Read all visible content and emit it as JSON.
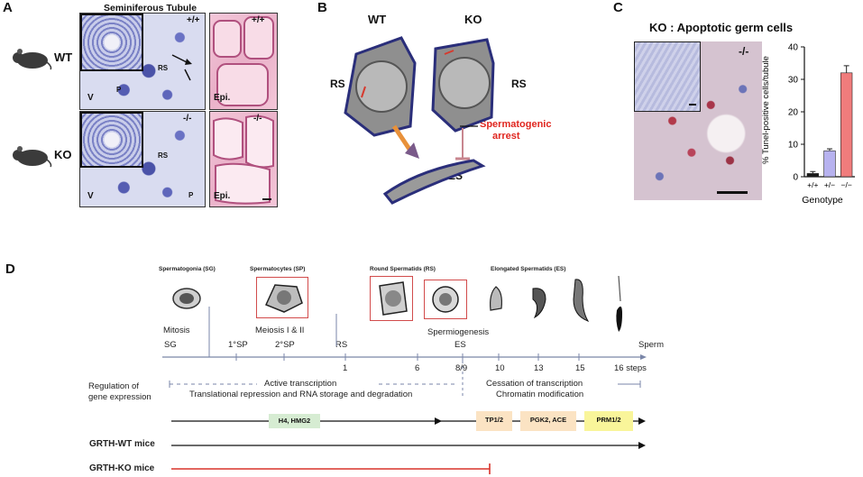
{
  "panels": {
    "a": {
      "letter": "A",
      "title": "Seminiferous Tubule",
      "wt_label": "WT",
      "ko_label": "KO",
      "wt_genotype": "+/+",
      "wt_genotype_right": "+/+",
      "ko_genotype": "-/-",
      "ko_genotype_right": "-/-",
      "tag_rs_wt": "RS",
      "tag_rs_ko": "RS",
      "tag_v_wt": "V",
      "tag_v_ko": "V",
      "tag_p_wt": "P",
      "tag_p_ko": "P",
      "tag_epi_wt": "Epi.",
      "tag_epi_ko": "Epi."
    },
    "b": {
      "letter": "B",
      "wt_label": "WT",
      "ko_label": "KO",
      "rs_left": "RS",
      "rs_right": "RS",
      "es_label": "ES",
      "arrest_line1": "Spermatogenic",
      "arrest_line2": "arrest"
    },
    "c": {
      "letter": "C",
      "title": "KO : Apoptotic germ cells",
      "genotype_tag": "-/-"
    },
    "d": {
      "letter": "D",
      "stages": {
        "sg_title": "Spermatogonia (SG)",
        "sp_title": "Spermatocytes (SP)",
        "rs_title": "Round Spermatids (RS)",
        "es_title": "Elongated Spermatids (ES)"
      },
      "process": {
        "mitosis": "Mitosis",
        "meiosis": "Meiosis I & II",
        "spermiogenesis": "Spermiogenesis"
      },
      "axis_top": [
        "SG",
        "1°SP",
        "2°SP",
        "RS",
        "ES",
        "Sperm"
      ],
      "axis_steps": [
        "1",
        "6",
        "8/9",
        "10",
        "13",
        "15",
        "16 steps"
      ],
      "regulation_line1": "Regulation of",
      "regulation_line2": "gene expression",
      "active_transcription": "Active transcription",
      "translational": "Translational repression and RNA storage and degradation",
      "cessation": "Cessation of transcription",
      "chromatin": "Chromatin modification",
      "genes": [
        {
          "label": "H4, HMG2",
          "color": "#d6ecd2"
        },
        {
          "label": "TP1/2",
          "color": "#fbe3c3"
        },
        {
          "label": "PGK2, ACE",
          "color": "#fbe3c3"
        },
        {
          "label": "PRM1/2",
          "color": "#f9f59a"
        }
      ],
      "wt_mice": "GRTH-WT mice",
      "ko_mice": "GRTH-KO mice"
    }
  },
  "chart_data": {
    "type": "bar",
    "categories": [
      "+/+",
      "+/−",
      "−/−"
    ],
    "values": [
      1,
      8,
      32
    ],
    "errors": [
      0.6,
      0.6,
      2.2
    ],
    "colors": [
      "#1a1a1a",
      "#b7b2ef",
      "#f07c7c"
    ],
    "ylabel": "% Tunel-positive cells/tubule",
    "xlabel": "Genotype",
    "ylim": [
      0,
      40
    ],
    "yticks": [
      "0",
      "10",
      "20",
      "30",
      "40"
    ]
  }
}
